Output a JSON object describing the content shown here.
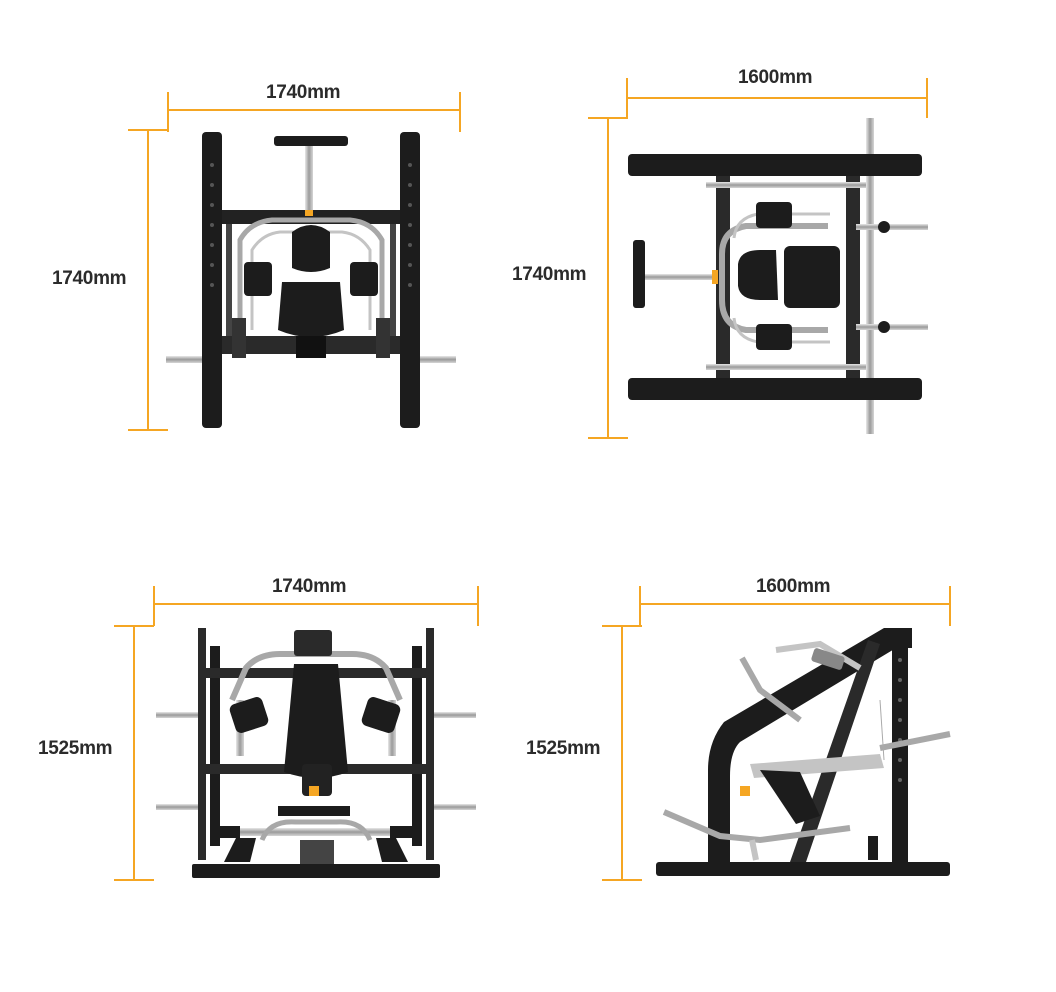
{
  "dimension_color": "#f5a623",
  "frame_color": "#1c1c1c",
  "chrome_color": "#b5b5b5",
  "views": [
    {
      "name": "top-view",
      "width_label": "1740mm",
      "height_label": "1740mm"
    },
    {
      "name": "plan-view",
      "width_label": "1600mm",
      "height_label": "1740mm"
    },
    {
      "name": "front-view",
      "width_label": "1740mm",
      "height_label": "1525mm"
    },
    {
      "name": "side-view",
      "width_label": "1600mm",
      "height_label": "1525mm"
    }
  ]
}
